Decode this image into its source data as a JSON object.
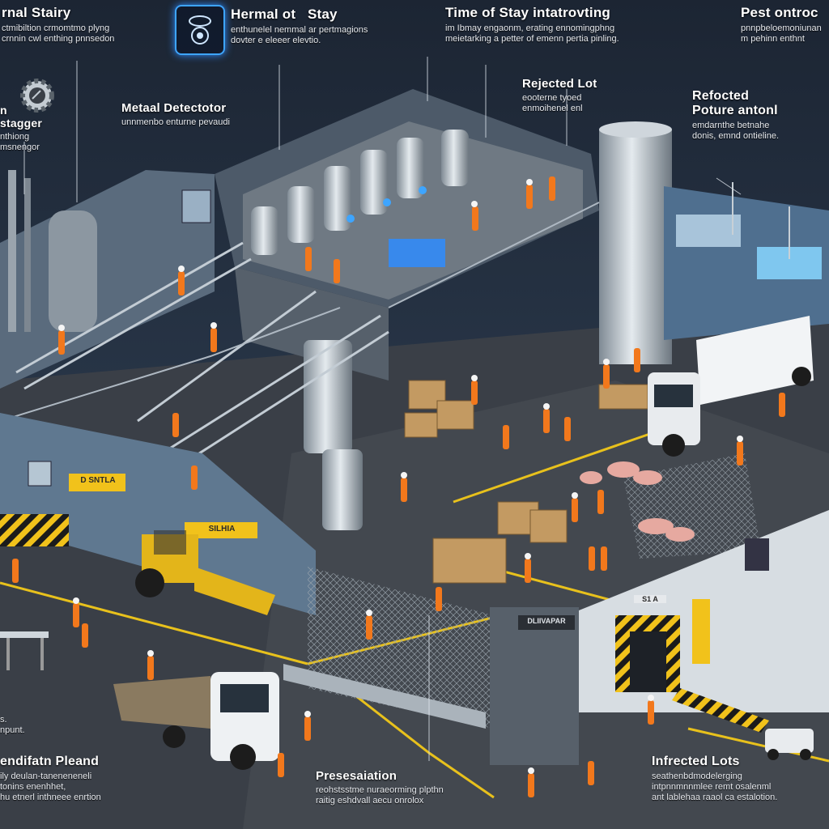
{
  "labels": {
    "top_1": {
      "title": "rnal Stairy",
      "desc": "ctmibiltion crmomtmo plyng\ncrnnin cwl enthing pnnsedon"
    },
    "top_2": {
      "title": "Hermal ot   Stay",
      "desc": "enthunelel nemmal ar pertmagions\ndovter e eleeer elevtio."
    },
    "top_3": {
      "title": "Time of Stay intatrovting",
      "desc": "im Ibmay engaonm, erating ennomingphng\nmeietarking a petter of emenn pertia pinling."
    },
    "top_4": {
      "title": "Pest ontroc",
      "desc": "pnnpbeloemoniunan\nm pehinn  enthnt"
    },
    "left_1": {
      "title": "n\nstagger",
      "desc": "nthiong\nmsnengor"
    },
    "metal": {
      "title": "Metaal Detectotor",
      "desc": "unnmenbo enturne pevaudi"
    },
    "rejected": {
      "title": "Rejected Lot",
      "desc": "eooterne tyoed\nenmoihenel enl"
    },
    "right_1": {
      "title": "Refocted\nPoture antonl",
      "desc": "emdarnthe betnahe\ndonis, emnd ontieline."
    },
    "bot_left": {
      "title": "endifatn Pleand",
      "desc": "ily deulan-taneneneneli\ntonins enenhhet,\nhu etnerl inthneee enrtion"
    },
    "bot_mid": {
      "title": "Presesaiation",
      "desc": "reohstsstme nuraeorming plpthn\nraitig eshdvall aecu onrolox"
    },
    "bot_right": {
      "title": "Infrected Lots",
      "desc": "seathenbdmodelerging\nintpnnmnnmlee remt osalenml\nant lablehaa raaol ca estalotion."
    },
    "edge_left": {
      "title": "",
      "desc": "s.\nnpunt."
    }
  },
  "signs": {
    "sign_1": "D SNTLA",
    "sign_2": "SILHIA",
    "sign_3": "DLIIVAPAR",
    "sign_4": "S1 A"
  },
  "colors": {
    "sky": "#263446",
    "ground": "#3a3f47",
    "wall_blue": "#4f6f8f",
    "metal": "#b9c3cc",
    "worker": "#f2781c",
    "hazard_yellow": "#f1c21b",
    "accent_blue": "#3ea5ff"
  },
  "icons": [
    "sensor-icon",
    "gear-icon"
  ]
}
